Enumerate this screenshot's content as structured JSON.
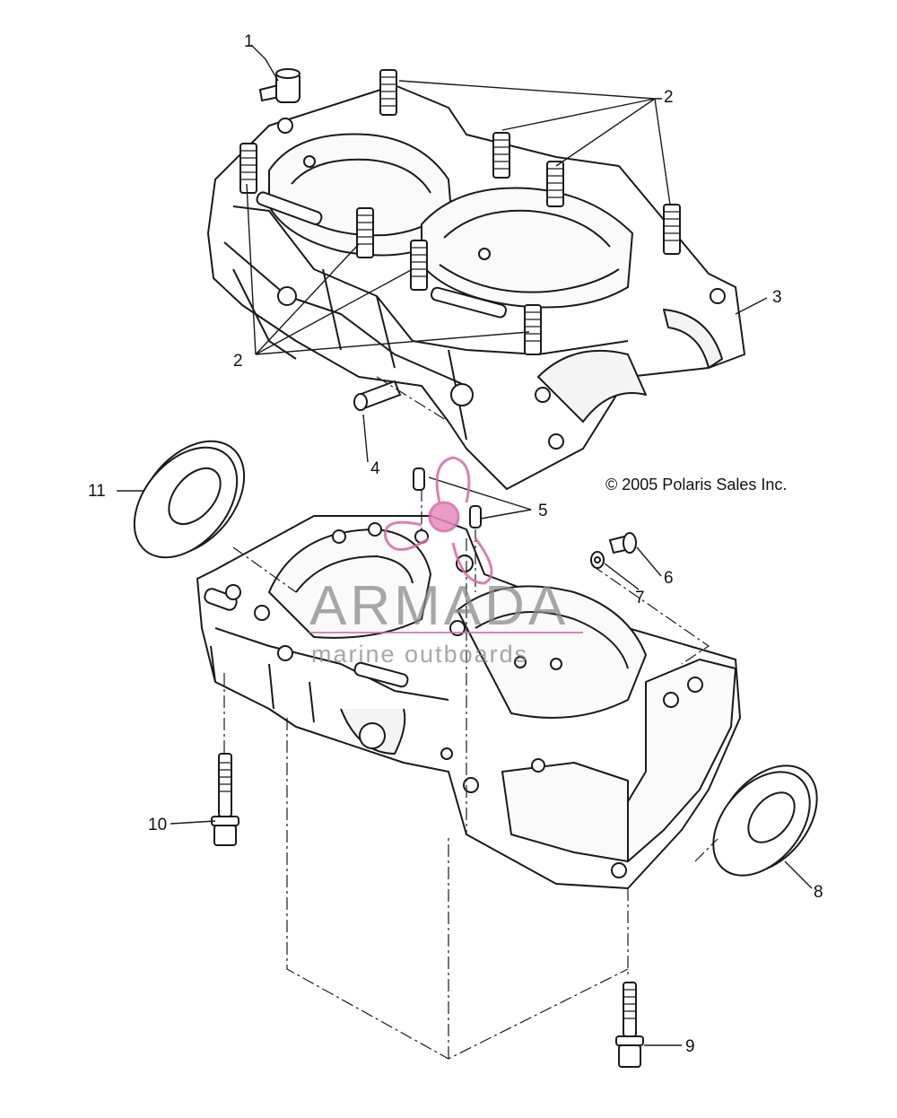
{
  "callouts": [
    "1",
    "2",
    "2",
    "3",
    "4",
    "5",
    "6",
    "7",
    "8",
    "9",
    "10",
    "11"
  ],
  "copyright": "© 2005 Polaris Sales Inc.",
  "watermark": {
    "title": "ARMADA",
    "subtitle": "marine outboards"
  },
  "colors": {
    "line": "#1a1a1a",
    "watermark_text": "#8a8a8a",
    "watermark_logo": "#d46aa8"
  }
}
